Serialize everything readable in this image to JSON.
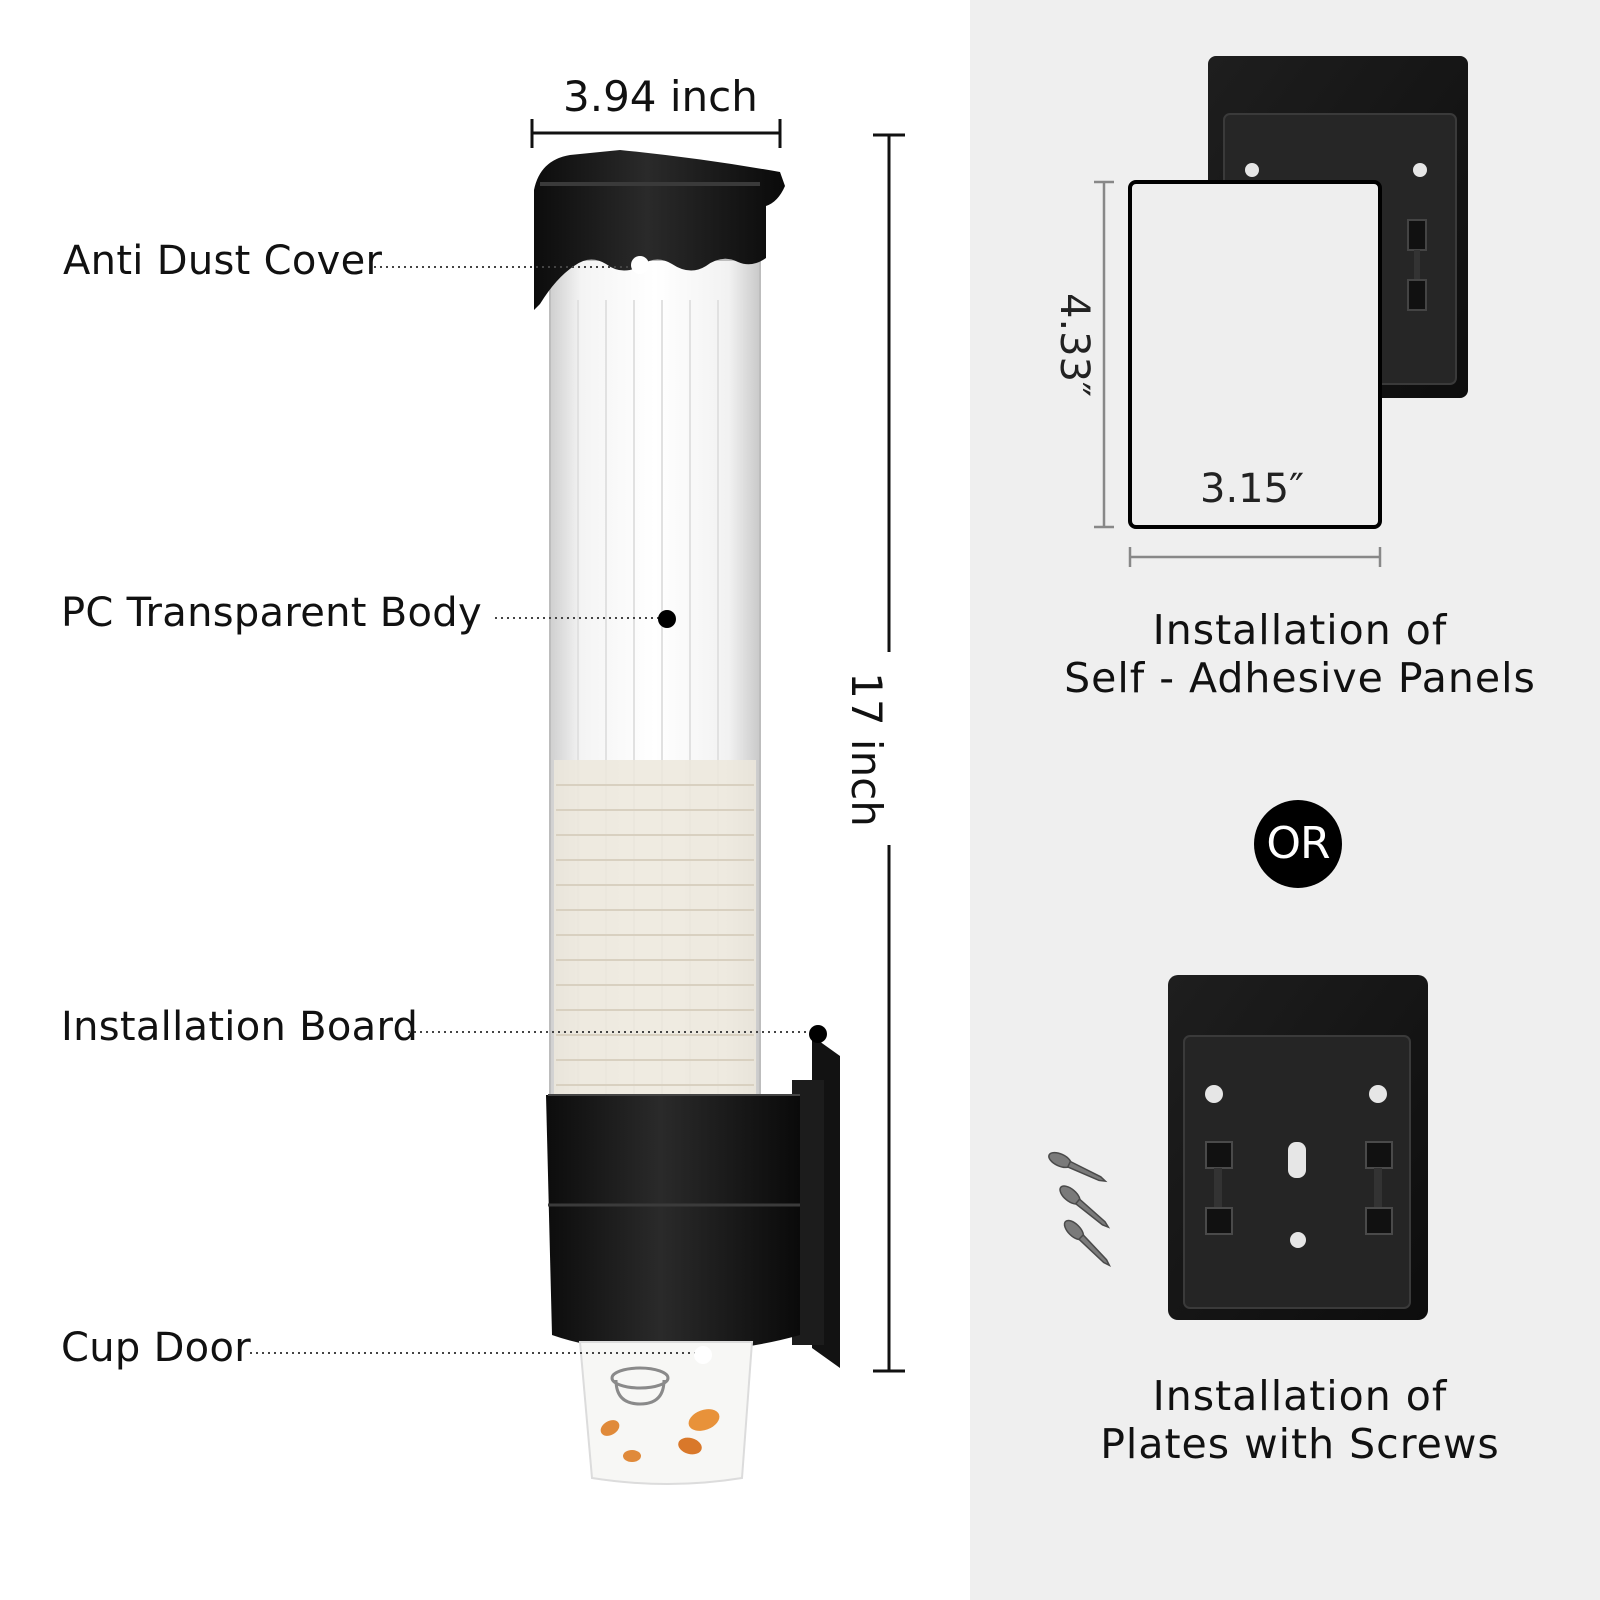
{
  "labels": {
    "anti_dust_cover": "Anti Dust Cover",
    "pc_transparent_body": "PC Transparent Body",
    "installation_board": "Installation Board",
    "cup_door": "Cup Door"
  },
  "dimensions": {
    "width": "3.94 inch",
    "height": "17 inch",
    "panel_height": "4.33″",
    "panel_width": "3.15″"
  },
  "captions": {
    "adhesive_line1": "Installation of",
    "adhesive_line2": "Self - Adhesive Panels",
    "or": "OR",
    "screws_line1": "Installation of",
    "screws_line2": "Plates with Screws"
  },
  "colors": {
    "right_background": "#efefef",
    "plastic_black": "#1a1a1a"
  }
}
